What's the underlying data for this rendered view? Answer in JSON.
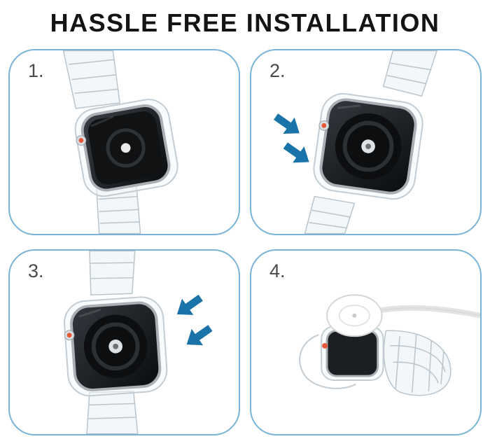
{
  "page": {
    "title": "HASSLE FREE INSTALLATION",
    "colors": {
      "background": "#ffffff",
      "panel_border": "#79b4d8",
      "arrow_blue": "#1b74a9",
      "step_text": "#4a4a4a",
      "title_text": "#141414",
      "crown_dot": "#e4593a",
      "band_outline": "#b9c4cc"
    },
    "steps": [
      {
        "label": "1.",
        "illustration": "watch-with-clear-band-back-view",
        "arrow_count": 0
      },
      {
        "label": "2.",
        "illustration": "watch-back-insert-into-clear-case",
        "arrow_count": 2
      },
      {
        "label": "3.",
        "illustration": "watch-back-snap-into-clear-case",
        "arrow_count": 2
      },
      {
        "label": "4.",
        "illustration": "assembled-clear-band-with-magnetic-charger",
        "arrow_count": 0
      }
    ]
  }
}
